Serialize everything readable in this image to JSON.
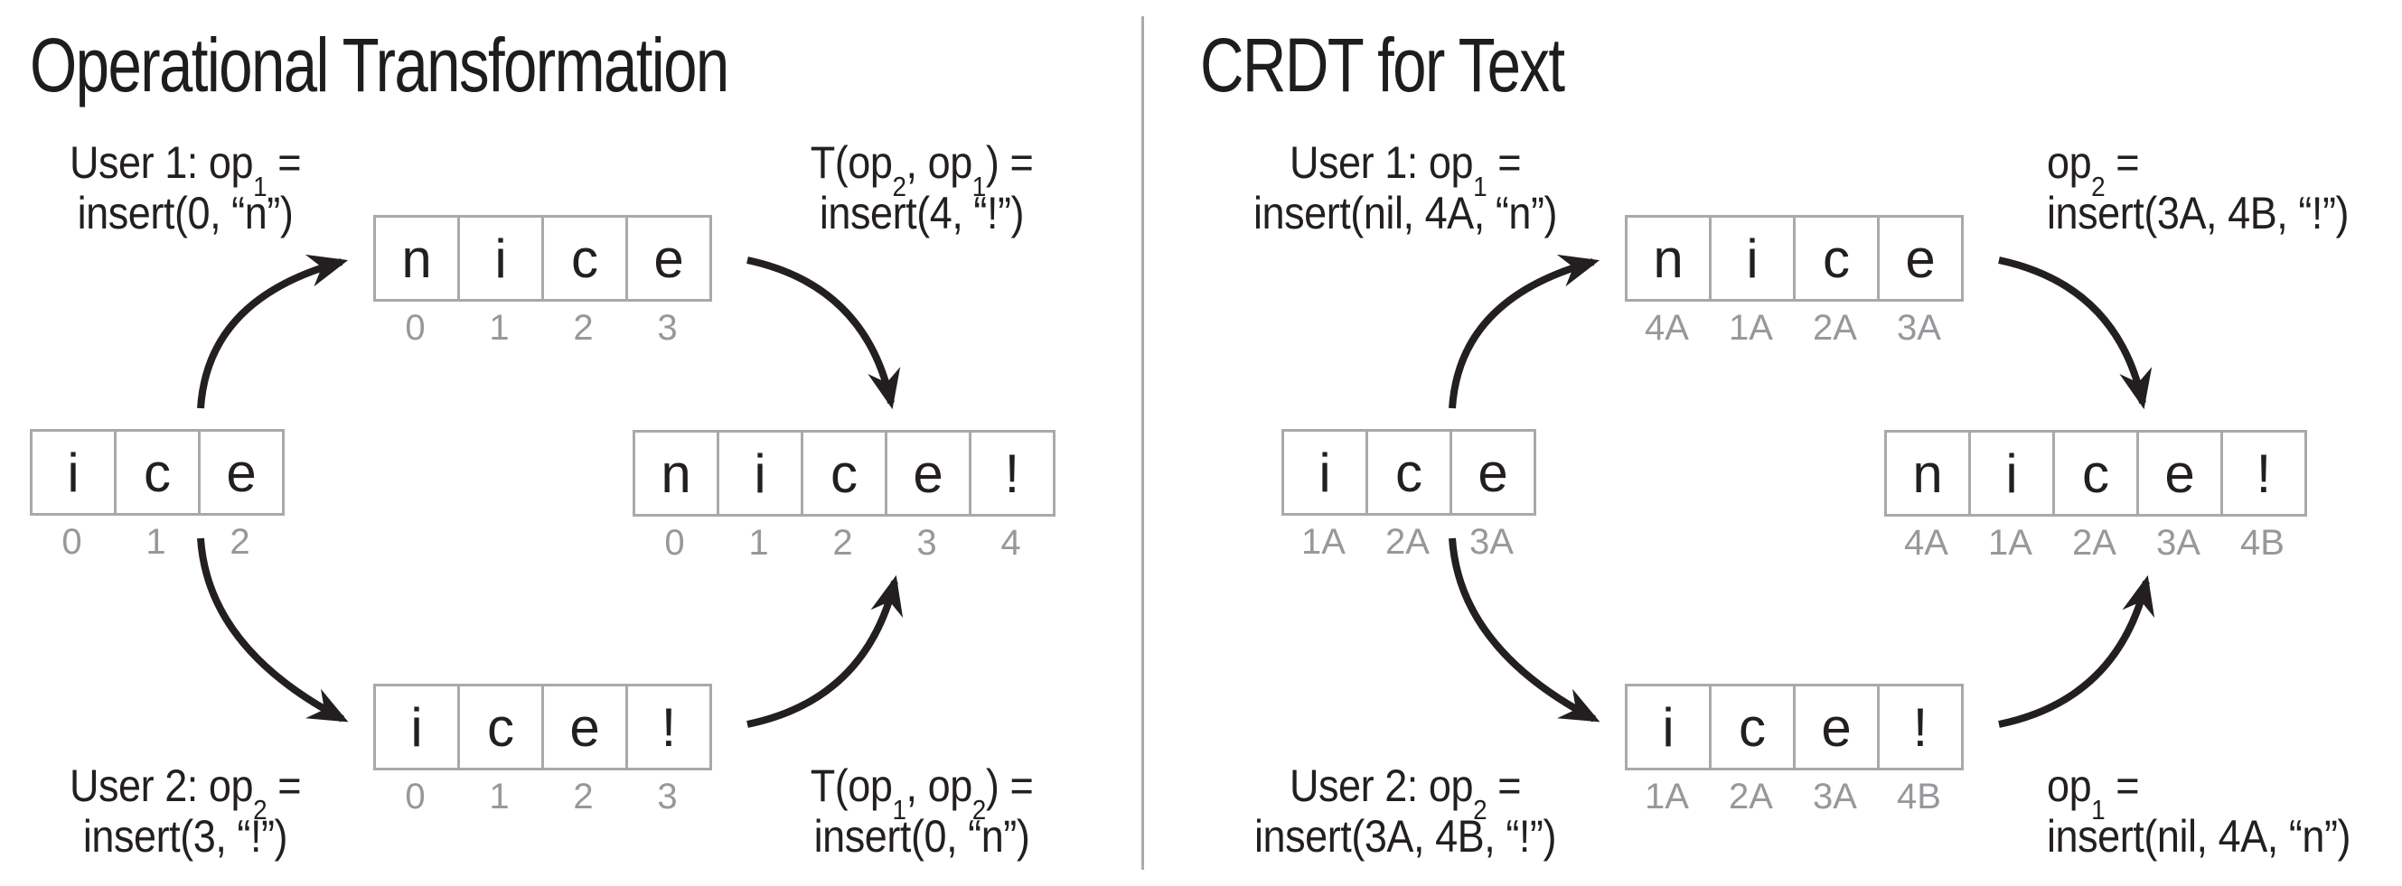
{
  "figure": {
    "type": "comparison-diagram",
    "colors": {
      "text": "#231f20",
      "box_border": "#a7a9ac",
      "index_label": "#96989b",
      "divider": "#a8aaad",
      "arrow": "#231f20",
      "background": "#ffffff"
    }
  },
  "left_panel": {
    "title": "Operational Transformation",
    "labels": {
      "user1": [
        "User 1: op~1~ =",
        "insert(0, “n”)"
      ],
      "transform_top": [
        "T(op~2~, op~1~) =",
        "insert(4, “!”)"
      ],
      "user2": [
        "User 2: op~2~ =",
        "insert(3, “!”)"
      ],
      "transform_bottom": [
        "T(op~1~, op~2~) =",
        "insert(0, “n”)"
      ]
    },
    "rows": {
      "initial": {
        "cells": [
          "i",
          "c",
          "e"
        ],
        "ids": [
          "0",
          "1",
          "2"
        ]
      },
      "after_user1": {
        "cells": [
          "n",
          "i",
          "c",
          "e"
        ],
        "ids": [
          "0",
          "1",
          "2",
          "3"
        ]
      },
      "after_user2": {
        "cells": [
          "i",
          "c",
          "e",
          "!"
        ],
        "ids": [
          "0",
          "1",
          "2",
          "3"
        ]
      },
      "converged": {
        "cells": [
          "n",
          "i",
          "c",
          "e",
          "!"
        ],
        "ids": [
          "0",
          "1",
          "2",
          "3",
          "4"
        ]
      }
    }
  },
  "right_panel": {
    "title": "CRDT for Text",
    "labels": {
      "user1": [
        "User 1: op~1~ =",
        "insert(nil, 4A, “n”)"
      ],
      "op_top": [
        "op~2~ =",
        "insert(3A, 4B, “!”)"
      ],
      "user2": [
        "User 2: op~2~ =",
        "insert(3A, 4B, “!”)"
      ],
      "op_bottom": [
        "op~1~ =",
        "insert(nil, 4A, “n”)"
      ]
    },
    "rows": {
      "initial": {
        "cells": [
          "i",
          "c",
          "e"
        ],
        "ids": [
          "1A",
          "2A",
          "3A"
        ]
      },
      "after_user1": {
        "cells": [
          "n",
          "i",
          "c",
          "e"
        ],
        "ids": [
          "4A",
          "1A",
          "2A",
          "3A"
        ]
      },
      "after_user2": {
        "cells": [
          "i",
          "c",
          "e",
          "!"
        ],
        "ids": [
          "1A",
          "2A",
          "3A",
          "4B"
        ]
      },
      "converged": {
        "cells": [
          "n",
          "i",
          "c",
          "e",
          "!"
        ],
        "ids": [
          "4A",
          "1A",
          "2A",
          "3A",
          "4B"
        ]
      }
    }
  }
}
